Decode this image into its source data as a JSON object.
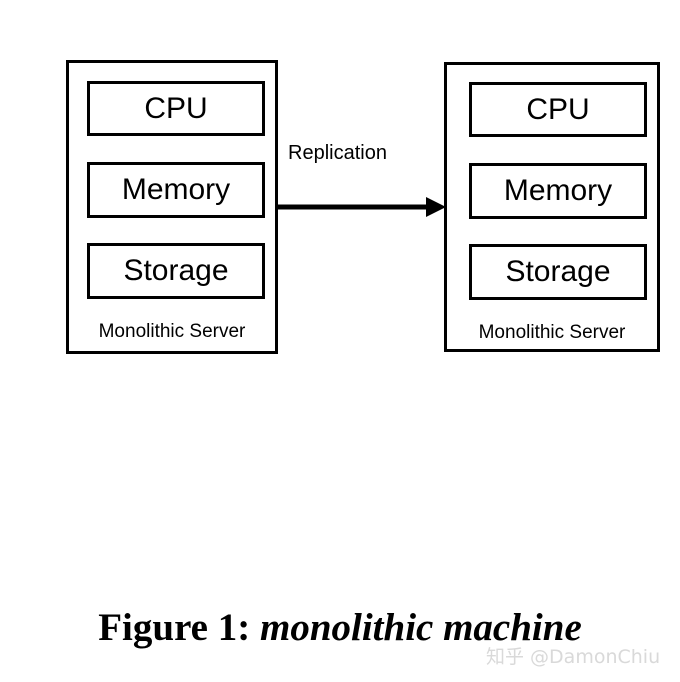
{
  "figure": {
    "caption_prefix": "Figure 1:",
    "caption_emphasis": "monolithic machine"
  },
  "diagram": {
    "type": "block-diagram",
    "background_color": "#ffffff",
    "stroke_color": "#000000",
    "nodes": [
      {
        "id": "server-left",
        "caption": "Monolithic Server",
        "components": [
          {
            "id": "cpu",
            "label": "CPU"
          },
          {
            "id": "memory",
            "label": "Memory"
          },
          {
            "id": "storage",
            "label": "Storage"
          }
        ]
      },
      {
        "id": "server-right",
        "caption": "Monolithic Server",
        "components": [
          {
            "id": "cpu",
            "label": "CPU"
          },
          {
            "id": "memory",
            "label": "Memory"
          },
          {
            "id": "storage",
            "label": "Storage"
          }
        ]
      }
    ],
    "edges": [
      {
        "id": "replication",
        "label": "Replication",
        "from": "server-left",
        "to": "server-right",
        "arrow": "single-head-right"
      }
    ]
  },
  "watermark": {
    "text": "知乎 @DamonChiu",
    "color": "#d9d9d9"
  }
}
